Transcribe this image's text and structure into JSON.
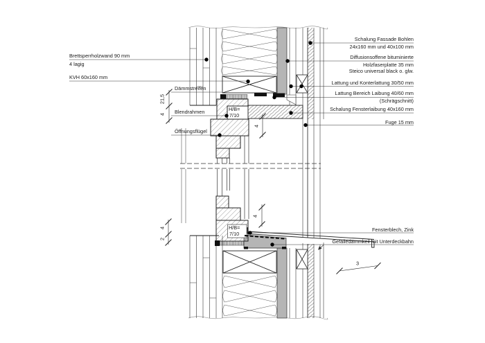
{
  "drawing_type": "window head and sill construction detail, vertical section",
  "labels": {
    "left": [
      {
        "id": "brettsperrholzwand",
        "lines": [
          "Brettsperrholzwand 90 mm",
          "4 lagig"
        ]
      },
      {
        "id": "kvh",
        "lines": [
          "KVH 60x160 mm"
        ]
      },
      {
        "id": "daemmstreifen",
        "lines": [
          "Dämmstreifen"
        ]
      },
      {
        "id": "blendrahmen",
        "lines": [
          "Blendrahmen"
        ]
      },
      {
        "id": "oeffnungsfluegel",
        "lines": [
          "Öffnungsflügel"
        ]
      }
    ],
    "right": [
      {
        "id": "schalung-fassade",
        "lines": [
          "Schalung Fassade Bohlen",
          "24x160 mm und 40x100 mm"
        ]
      },
      {
        "id": "holzfaserplatte",
        "lines": [
          "Diffusionsoffene bituminierte",
          "Holzfaserplatte 35 mm",
          "Steico universal black o. glw."
        ]
      },
      {
        "id": "lattung-konterlattung",
        "lines": [
          "Lattung und Konterlattung 30/50 mm"
        ]
      },
      {
        "id": "lattung-laibung",
        "lines": [
          "Lattung Bereich Laibung 40/60 mm",
          "(Schrägschnitt)"
        ]
      },
      {
        "id": "schalung-fensterlaibung",
        "lines": [
          "Schalung Fensterlaibung 40x160 mm"
        ]
      },
      {
        "id": "fuge",
        "lines": [
          "Fuge 15 mm"
        ]
      },
      {
        "id": "fensterblech",
        "lines": [
          "Fensterblech, Zink"
        ]
      },
      {
        "id": "gefaelledaemmkeil",
        "lines": [
          "Gefälledämmkeil mit Unterdeckbahn"
        ]
      }
    ]
  },
  "window_marks": {
    "head": [
      "H/B=",
      "7/10"
    ],
    "sill": [
      "H/B=",
      "7/10"
    ]
  },
  "dimensions": {
    "jamb_top": [
      "21,5",
      "4"
    ],
    "frame_top": "4",
    "frame_bottom": "4",
    "jamb_bottom": [
      "4",
      "2"
    ],
    "overhang": "3"
  },
  "colors": {
    "line": "#1a1a1a",
    "fiberboard_gray": "#b5b5b5",
    "background": "#ffffff"
  }
}
